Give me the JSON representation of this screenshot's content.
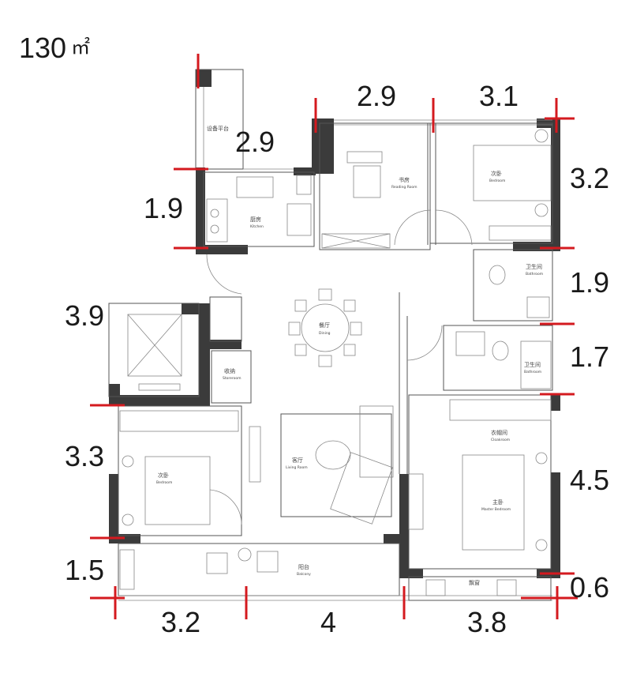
{
  "area": {
    "value": "130",
    "unit": "㎡"
  },
  "dimensions": {
    "top_a": "2.9",
    "top_b": "3.1",
    "platform": "2.9",
    "left_kitchen": "1.9",
    "left_elevator": "3.9",
    "left_bedroom": "3.3",
    "left_balcony": "1.5",
    "right_bedroom": "3.2",
    "right_bath1": "1.9",
    "right_bath2": "1.7",
    "right_master": "4.5",
    "right_bottom": "0.6",
    "bottom_a": "3.2",
    "bottom_b": "4",
    "bottom_c": "3.8"
  },
  "rooms": {
    "platform_cn": "设备平台",
    "kitchen_cn": "厨房",
    "kitchen_en": "Kitchen",
    "study_cn": "书房",
    "study_en": "Reading Room",
    "bedroom_ne_cn": "次卧",
    "bedroom_ne_en": "Bedroom",
    "bath1_cn": "卫生间",
    "bath1_en": "Bathroom",
    "bath2_cn": "卫生间",
    "bath2_en": "Bathroom",
    "dining_cn": "餐厅",
    "dining_en": "Dining",
    "storage_cn": "收纳",
    "storage_en": "Storeroom",
    "living_cn": "客厅",
    "living_en": "Living Room",
    "bedroom_w_cn": "次卧",
    "bedroom_w_en": "Bedroom",
    "closet_cn": "衣帽间",
    "closet_en": "Cloakroom",
    "master_cn": "主卧",
    "master_en": "Master Bedroom",
    "balcony_cn": "阳台",
    "balcony_en": "Balcony",
    "window_cn": "飘窗"
  },
  "colors": {
    "wall": "#3b3b3b",
    "dimension_line": "#d41a1f",
    "line": "#555555"
  }
}
